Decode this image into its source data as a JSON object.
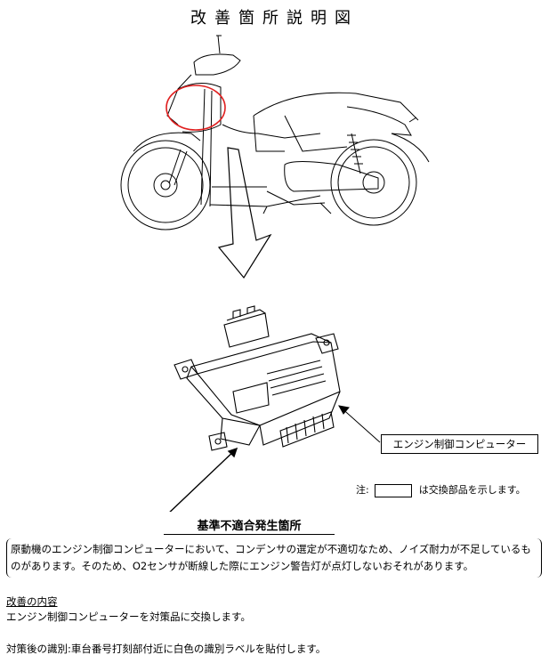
{
  "title": "改善箇所説明図",
  "part_label": "エンジン制御コンピューター",
  "note": {
    "prefix": "注:",
    "suffix": "は交換部品を示します。"
  },
  "defect": {
    "heading": "基準不適合発生箇所",
    "description": "原動機のエンジン制御コンピューターにおいて、コンデンサの選定が不適切なため、ノイズ耐力が不足しているものがあります。そのため、O2センサが断線した際にエンジン警告灯が点灯しないおそれがあります。"
  },
  "improvement": {
    "heading": "改善の内容",
    "text": "エンジン制御コンピューターを対策品に交換します。"
  },
  "identification": "対策後の識別:車台番号打刻部付近に白色の識別ラベルを貼付します。",
  "colors": {
    "highlight_circle": "#e02020",
    "line": "#000000"
  }
}
